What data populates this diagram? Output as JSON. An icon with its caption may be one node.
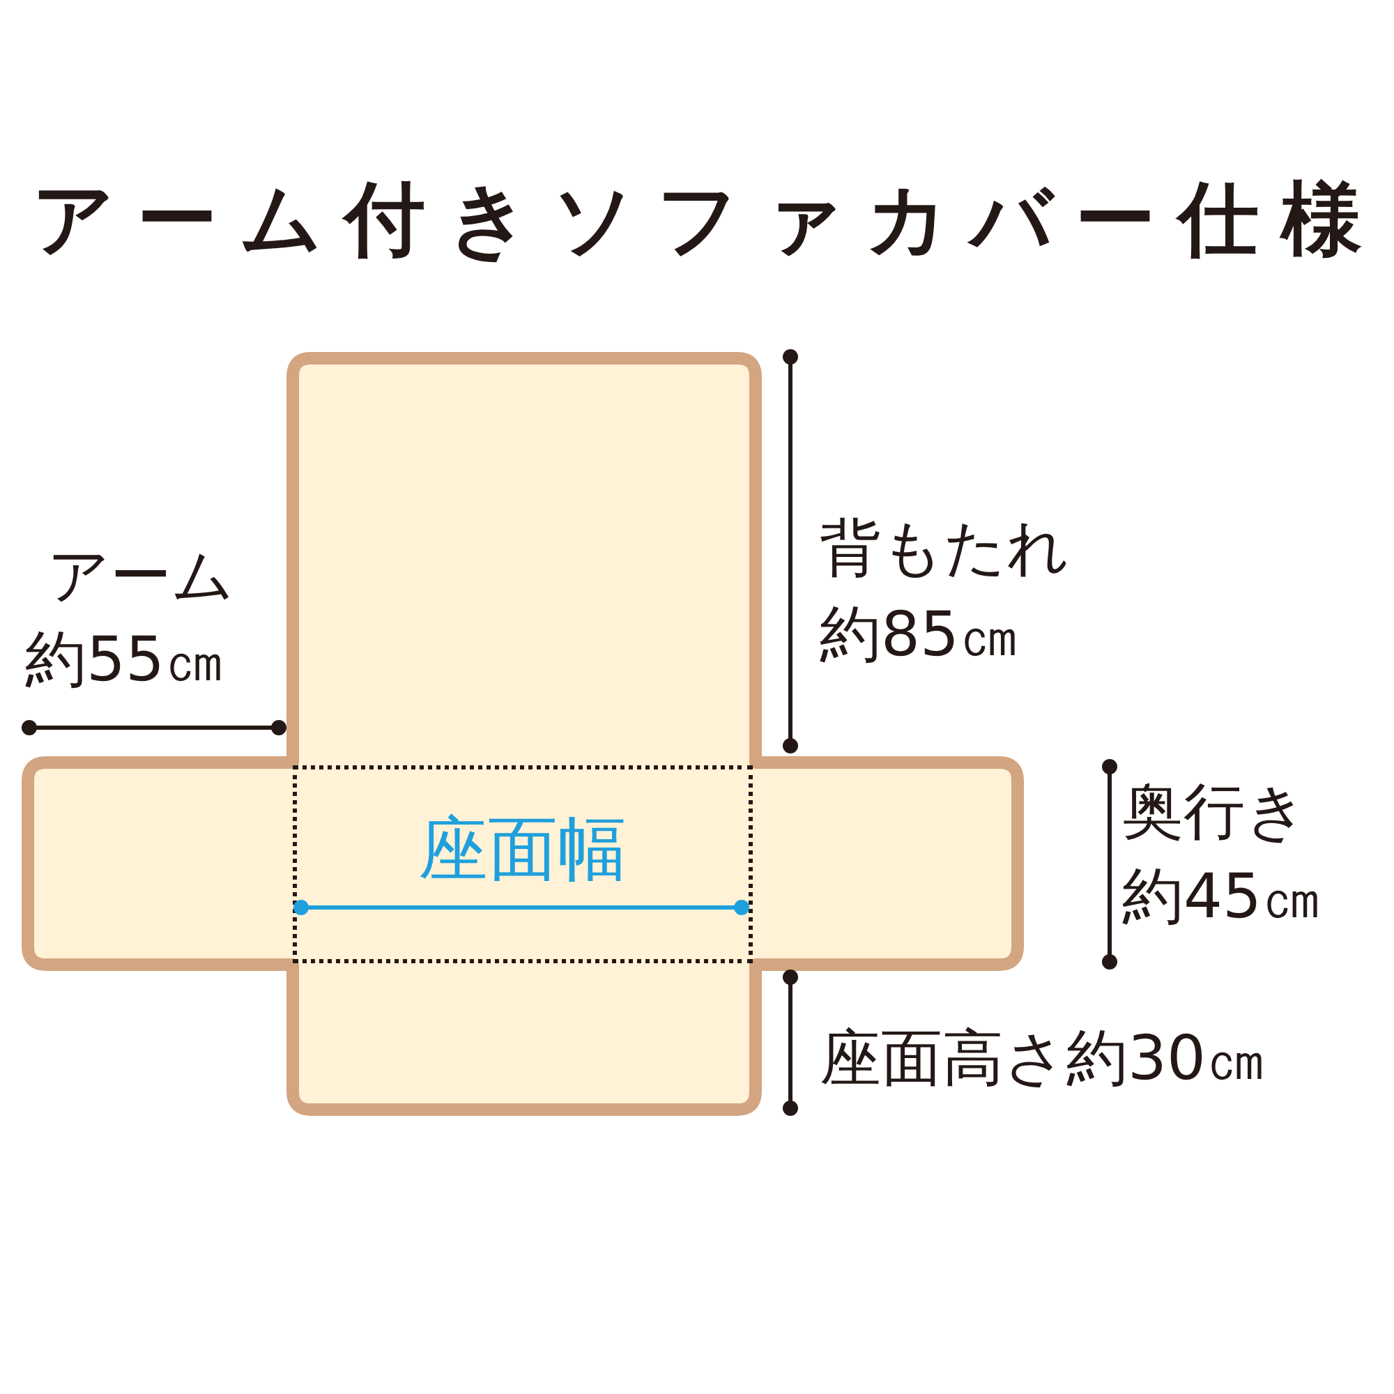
{
  "diagram": {
    "title": "アーム付きソファカバー仕様",
    "nodes": [
      {
        "text": [
          "座面幅"
        ]
      }
    ],
    "labels": [
      "アーム",
      "約55㎝",
      "背もたれ",
      "約85㎝",
      "奥行き",
      "約45㎝",
      "座面高さ約30㎝"
    ]
  }
}
